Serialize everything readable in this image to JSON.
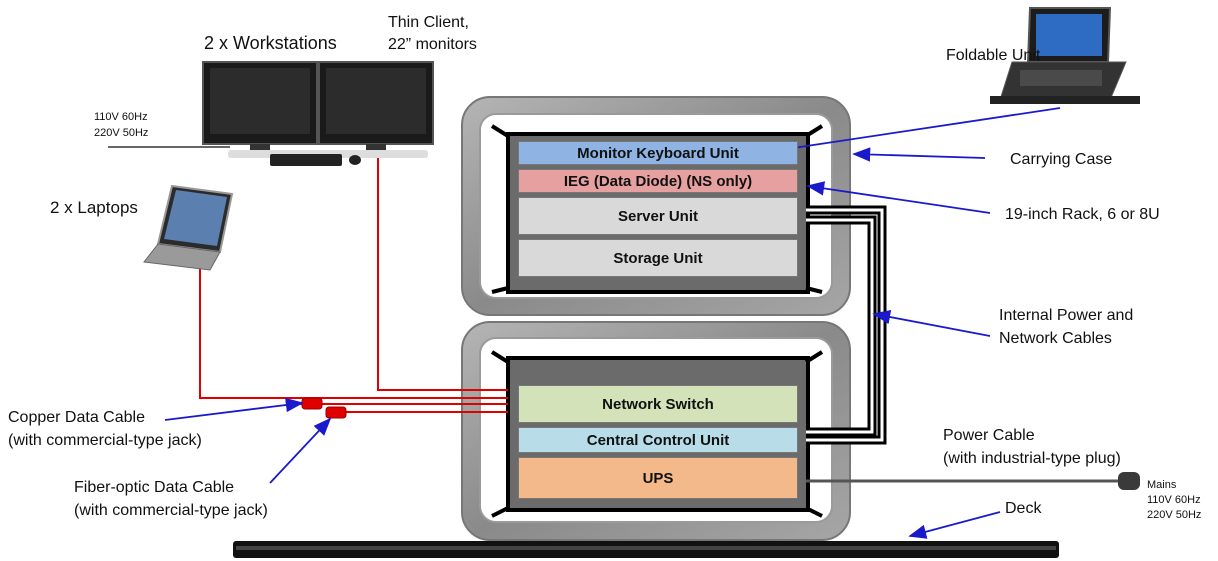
{
  "labels": {
    "workstations": "2 x Workstations",
    "thin_client_line1": "Thin Client,",
    "thin_client_line2": "22” monitors",
    "power_ws_line1": "110V 60Hz",
    "power_ws_line2": "220V 50Hz",
    "laptops": "2 x Laptops",
    "foldable": "Foldable Unit",
    "carrying_case": "Carrying Case",
    "rack": "19-inch Rack, 6 or 8U",
    "internal_cables_line1": "Internal Power and",
    "internal_cables_line2": "Network Cables",
    "copper_line1": "Copper Data Cable",
    "copper_line2": "(with commercial-type jack)",
    "fiber_line1": "Fiber-optic Data Cable",
    "fiber_line2": "(with commercial-type jack)",
    "power_cable_line1": "Power Cable",
    "power_cable_line2": "(with industrial-type plug)",
    "mains_line1": "Mains",
    "mains_line2": "110V 60Hz",
    "mains_line3": "220V 50Hz",
    "deck": "Deck"
  },
  "upper_units": [
    {
      "label": "Monitor Keyboard Unit",
      "color": "#8fb4e3"
    },
    {
      "label": "IEG (Data Diode) (NS only)",
      "color": "#e6a0a0"
    },
    {
      "label": "Server Unit",
      "color": "#d9d9d9"
    },
    {
      "label": "Storage Unit",
      "color": "#d9d9d9"
    }
  ],
  "lower_units": [
    {
      "label": "Network Switch",
      "color": "#d3e2b9"
    },
    {
      "label": "Central Control Unit",
      "color": "#b8dde8"
    },
    {
      "label": "UPS",
      "color": "#f4b98a"
    }
  ],
  "colors": {
    "data_cable": "#e00000",
    "arrow": "#1a1acc",
    "case": "#8c8c8c",
    "rack_bg": "#6b6b6b"
  }
}
